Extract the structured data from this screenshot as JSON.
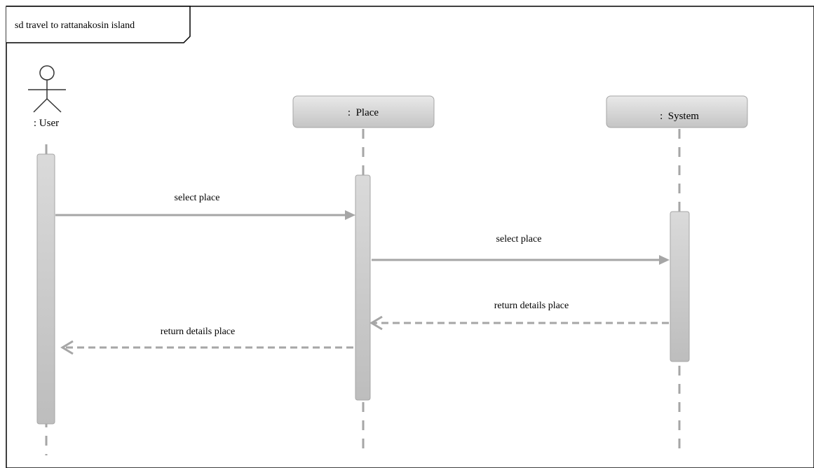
{
  "diagram": {
    "frame_title": "sd travel to rattanakosin island",
    "actor": {
      "label": ": User",
      "icon": "stick-figure-icon"
    },
    "lifelines": [
      {
        "id": "place",
        "label": ":  Place"
      },
      {
        "id": "system",
        "label": ":  System"
      }
    ],
    "messages": [
      {
        "label": "select place",
        "from": "User",
        "to": "Place",
        "kind": "call"
      },
      {
        "label": "select place",
        "from": "Place",
        "to": "System",
        "kind": "call"
      },
      {
        "label": "return details place",
        "from": "System",
        "to": "Place",
        "kind": "return"
      },
      {
        "label": "return details place",
        "from": "Place",
        "to": "User",
        "kind": "return"
      }
    ],
    "colors": {
      "line": "#a6a6a6",
      "box_top": "#e6e6e6",
      "box_bottom": "#c2c2c2",
      "border": "#9e9e9e",
      "frame": "#000000"
    }
  }
}
